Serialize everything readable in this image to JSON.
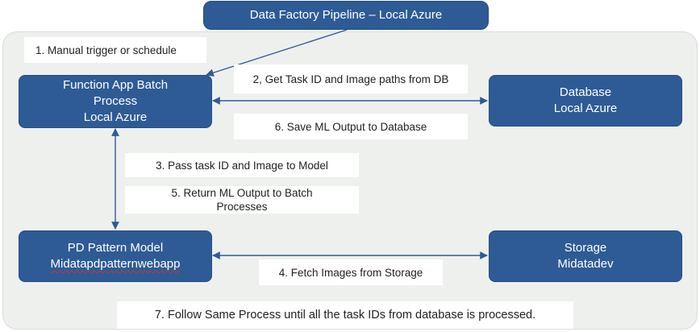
{
  "title_box": "Data Factory Pipeline – Local Azure",
  "nodes": {
    "function_app": [
      "Function App Batch",
      "Process",
      "Local Azure"
    ],
    "database": [
      "Database",
      "Local Azure"
    ],
    "pd_model": [
      "PD Pattern Model",
      "Midatapdpatternwebapp"
    ],
    "storage": [
      "Storage",
      "Midatadev"
    ]
  },
  "steps": {
    "s1": "1. Manual trigger or schedule",
    "s2": "2, Get Task ID and Image paths from DB",
    "s3": "3. Pass task ID and Image to Model",
    "s4": "4. Fetch Images from Storage",
    "s5": "5. Return ML Output to Batch Processes",
    "s6": "6. Save ML Output to Database",
    "s7": "7. Follow Same Process until all the task IDs from database is processed."
  },
  "colors": {
    "box_fill": "#2e5b95",
    "panel_fill": "#eef0ee",
    "arrow": "#2e5b95"
  }
}
